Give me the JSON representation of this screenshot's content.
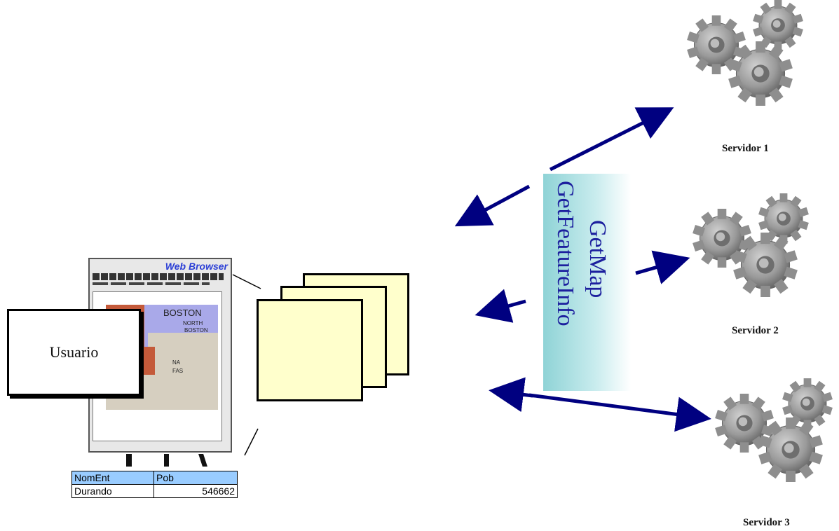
{
  "user": {
    "label": "Usuario"
  },
  "browser": {
    "title": "Web Browser",
    "map_labels": [
      "BOSTON",
      "NORTH",
      "BOSTON",
      "NA",
      "FAS"
    ]
  },
  "table": {
    "headers": [
      "NomEnt",
      "Pob"
    ],
    "rows": [
      [
        "Durando",
        "546662"
      ]
    ]
  },
  "requests": {
    "lines": [
      "GetMap",
      "GetFeatureInfo"
    ]
  },
  "servers": [
    {
      "label": "Servidor 1"
    },
    {
      "label": "Servidor 2"
    },
    {
      "label": "Servidor 3"
    }
  ],
  "colors": {
    "arrow": "#000080",
    "sheet": "#ffffcc",
    "header_cell": "#99ccff",
    "request_text": "#1c1f9e",
    "gear": "#9a9a9a"
  }
}
